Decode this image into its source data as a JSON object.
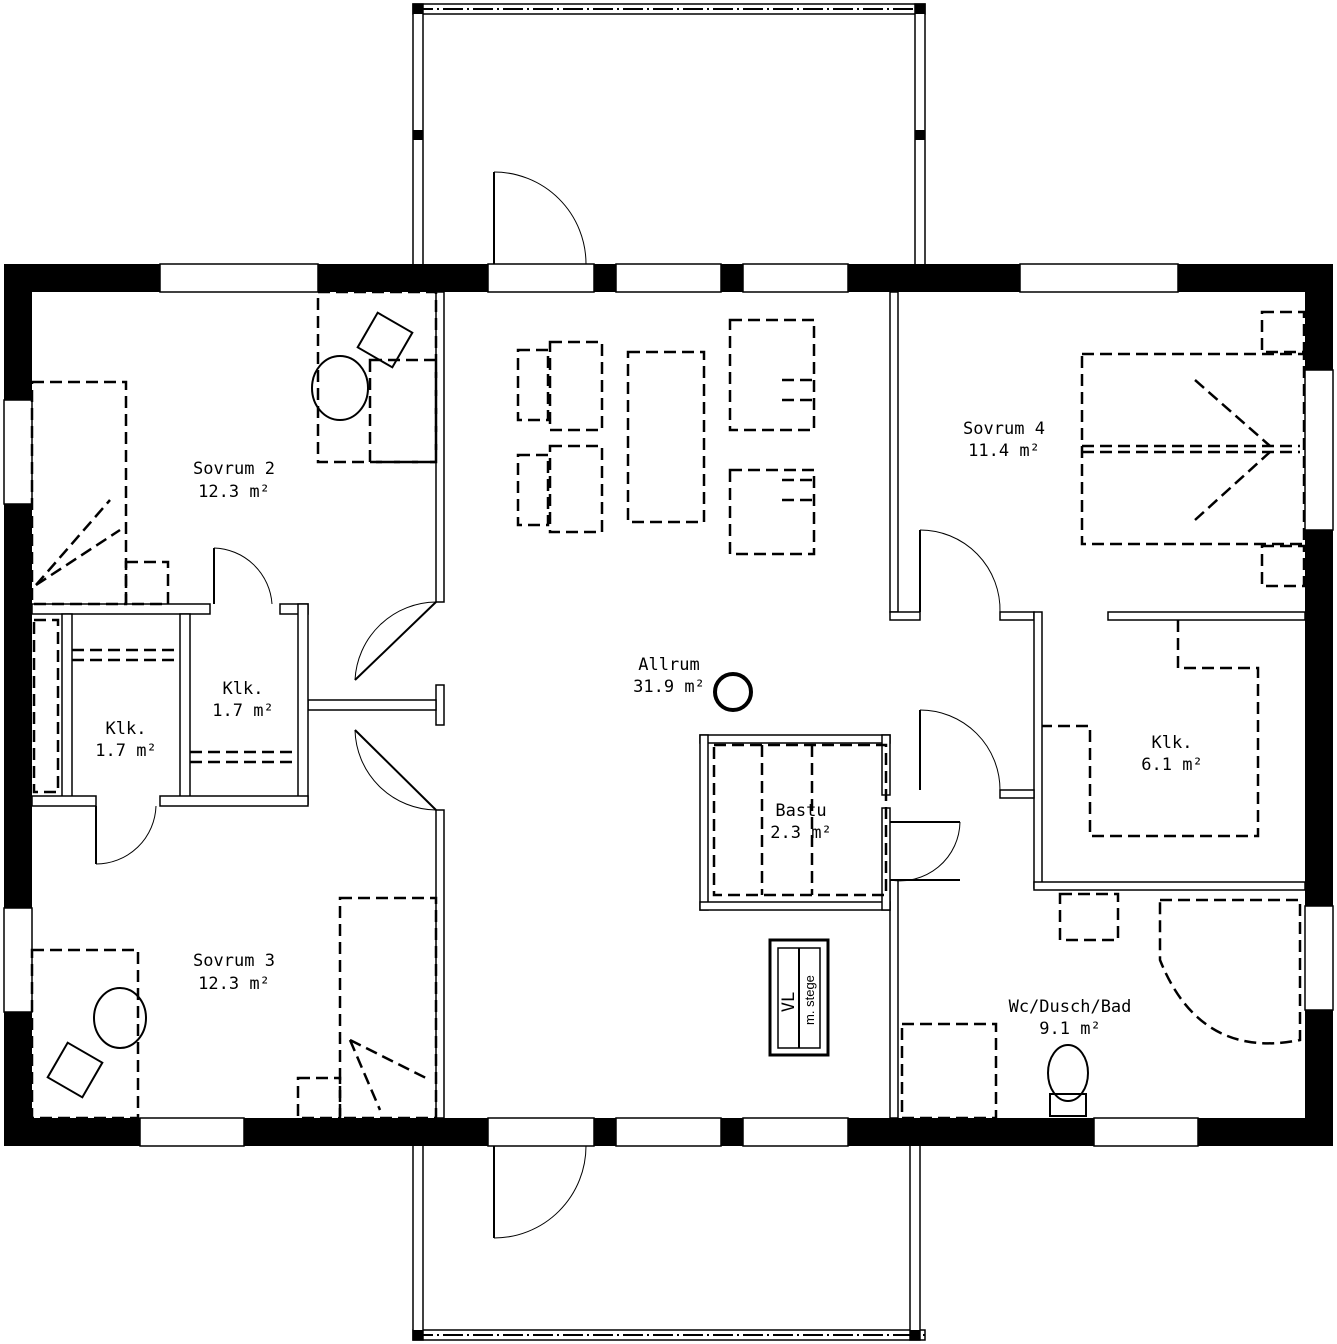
{
  "rooms": {
    "sovrum2": {
      "name": "Sovrum 2",
      "area": "12.3 m²"
    },
    "sovrum3": {
      "name": "Sovrum 3",
      "area": "12.3 m²"
    },
    "sovrum4": {
      "name": "Sovrum 4",
      "area": "11.4 m²"
    },
    "klk_a": {
      "name": "Klk.",
      "area": "1.7 m²"
    },
    "klk_b": {
      "name": "Klk.",
      "area": "1.7 m²"
    },
    "klk_c": {
      "name": "Klk.",
      "area": "6.1 m²"
    },
    "allrum": {
      "name": "Allrum",
      "area": "31.9 m²"
    },
    "bastu": {
      "name": "Bastu",
      "area": "2.3 m²"
    },
    "wc": {
      "name": "Wc/Dusch/Bad",
      "area": "9.1 m²"
    }
  },
  "ladder": {
    "vl": "VL",
    "stege": "m. stege"
  }
}
